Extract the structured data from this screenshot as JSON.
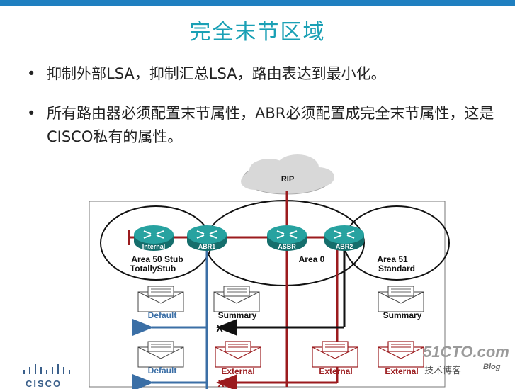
{
  "slide": {
    "title": "完全末节区域",
    "bullets": [
      "抑制外部LSA，抑制汇总LSA，路由表达到最小化。",
      "所有路由器必须配置末节属性，ABR必须配置成完全末节属性，这是CISCO私有的属性。"
    ],
    "bullet_symbol": "•"
  },
  "diagram": {
    "cloud_label": "RIP",
    "routers": {
      "internal": "Internal",
      "abr1": "ABR1",
      "asbr": "ASBR",
      "abr2": "ABR2"
    },
    "areas": {
      "area50_line1": "Area 50 Stub",
      "area50_line2": "TotallyStub",
      "area0": "Area 0",
      "area51_line1": "Area 51",
      "area51_line2": "Standard"
    },
    "lsa_labels": {
      "default_top": "Default",
      "summary_mid": "Summary",
      "summary_right": "Summary",
      "default_bottom": "Default",
      "external_1": "External",
      "external_2": "External",
      "external_3": "External"
    },
    "block_mark": "X",
    "colors": {
      "area0_red": "#9b1b1e",
      "stub_blue": "#3b6fa6",
      "router_teal": "#1c8c8a",
      "summary_black": "#111111"
    }
  },
  "watermark": {
    "site": "51CTO.com",
    "sub": "技术博客",
    "blog": "Blog",
    "vendor": "CISCO"
  }
}
